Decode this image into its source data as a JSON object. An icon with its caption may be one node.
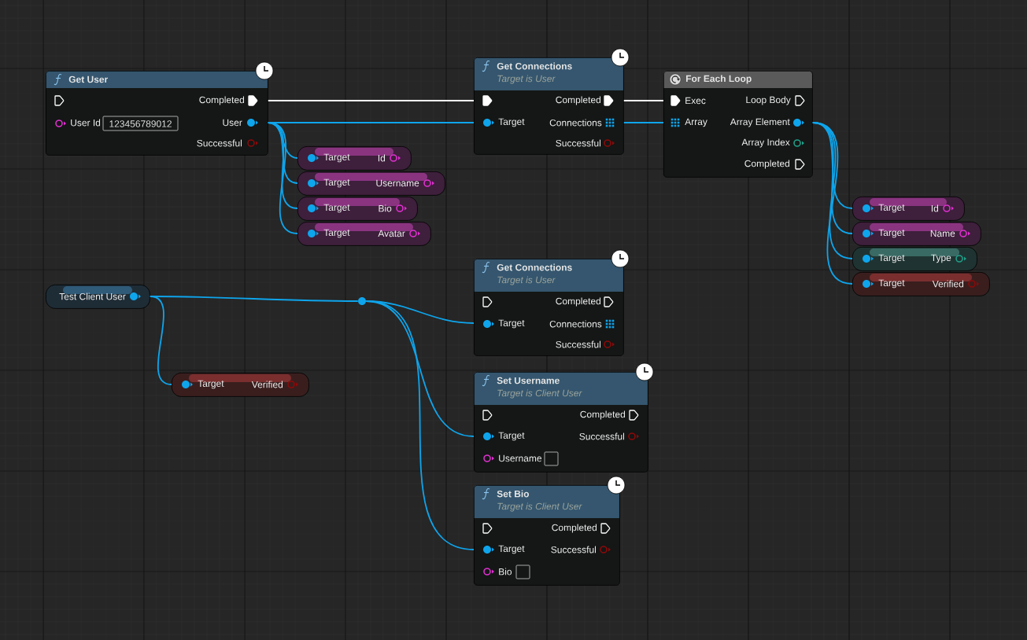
{
  "diagram": {
    "nodes": [
      {
        "text": [
          "Get User",
          "Completed",
          "User Id",
          "123456789012",
          "User",
          "Successful"
        ]
      },
      {
        "text": [
          "Get Connections",
          "Target is User",
          "Completed",
          "Target",
          "Connections",
          "Successful"
        ]
      },
      {
        "text": [
          "For Each Loop",
          "Exec",
          "Loop Body",
          "Array",
          "Array Element",
          "Array Index",
          "Completed"
        ]
      },
      {
        "text": [
          "Target",
          "Id"
        ]
      },
      {
        "text": [
          "Target",
          "Username"
        ]
      },
      {
        "text": [
          "Target",
          "Bio"
        ]
      },
      {
        "text": [
          "Target",
          "Avatar"
        ]
      },
      {
        "text": [
          "Target",
          "Id"
        ]
      },
      {
        "text": [
          "Target",
          "Name"
        ]
      },
      {
        "text": [
          "Target",
          "Type"
        ]
      },
      {
        "text": [
          "Target",
          "Verified"
        ]
      },
      {
        "text": [
          "Test Client User"
        ]
      },
      {
        "text": [],
        "shape": "circle"
      },
      {
        "text": [
          "Target",
          "Verified"
        ]
      },
      {
        "text": [
          "Get Connections",
          "Target is User",
          "Completed",
          "Target",
          "Connections",
          "Successful"
        ]
      },
      {
        "text": [
          "Set Username",
          "Target is Client User",
          "Completed",
          "Target",
          "Successful",
          "Username"
        ]
      },
      {
        "text": [
          "Set Bio",
          "Target is Client User",
          "Completed",
          "Target",
          "Successful",
          "Bio"
        ]
      }
    ],
    "edges": [
      {
        "from": 0,
        "to": 1,
        "arrow": "none",
        "color": "#ffffff"
      },
      {
        "from": 0,
        "to": 1,
        "arrow": "none"
      },
      {
        "from": 0,
        "to": 3,
        "arrow": "none"
      },
      {
        "from": 0,
        "to": 4,
        "arrow": "none"
      },
      {
        "from": 0,
        "to": 5,
        "arrow": "none"
      },
      {
        "from": 0,
        "to": 6,
        "arrow": "none"
      },
      {
        "from": 1,
        "to": 2,
        "arrow": "none",
        "color": "#ffffff"
      },
      {
        "from": 1,
        "to": 2,
        "arrow": "none"
      },
      {
        "from": 2,
        "to": 7,
        "arrow": "none"
      },
      {
        "from": 2,
        "to": 8,
        "arrow": "none"
      },
      {
        "from": 2,
        "to": 9,
        "arrow": "none"
      },
      {
        "from": 2,
        "to": 10,
        "arrow": "none"
      },
      {
        "from": 11,
        "to": 12,
        "arrow": "none"
      },
      {
        "from": 11,
        "to": 13,
        "arrow": "none"
      },
      {
        "from": 12,
        "to": 14,
        "arrow": "none"
      },
      {
        "from": 12,
        "to": 15,
        "arrow": "none"
      },
      {
        "from": 12,
        "to": 16,
        "arrow": "none"
      }
    ]
  }
}
